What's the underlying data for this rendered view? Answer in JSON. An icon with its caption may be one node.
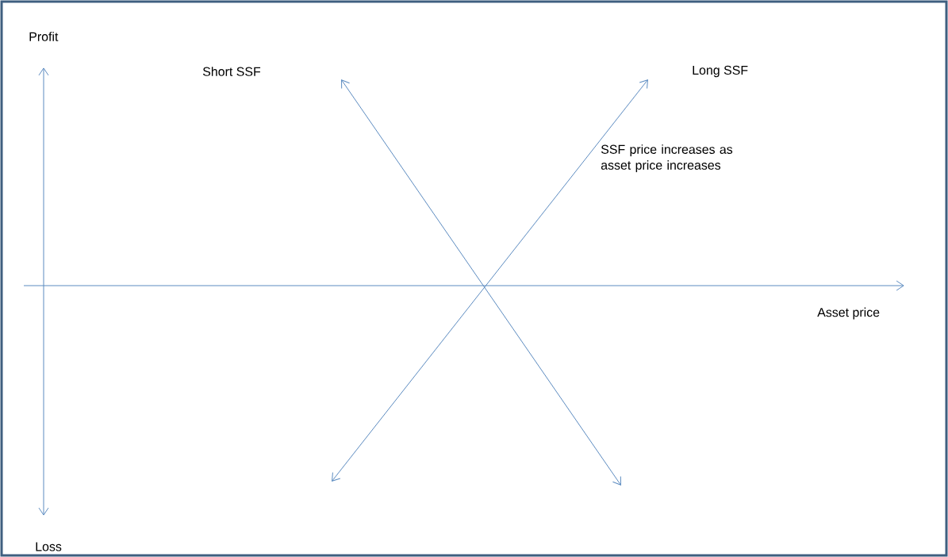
{
  "diagram": {
    "labels": [
      "Profit",
      "Short SSF",
      "Long SSF",
      "SSF price increases as asset price increases",
      "Asset price",
      "Loss"
    ]
  }
}
